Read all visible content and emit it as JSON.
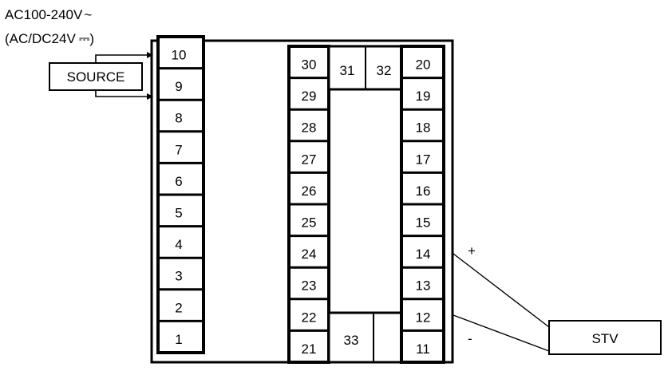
{
  "supply": {
    "line1": "AC100-240V",
    "line1_symbol": "~",
    "line2_prefix": "(AC/DC24V",
    "line2_symbol": "⎓",
    "line2_suffix": ")"
  },
  "source_box": {
    "label": "SOURCE"
  },
  "stv_box": {
    "label": "STV"
  },
  "polarity": {
    "plus": "+",
    "minus": "-"
  },
  "left_terminals": [
    "10",
    "9",
    "8",
    "7",
    "6",
    "5",
    "4",
    "3",
    "2",
    "1"
  ],
  "middle_terminals": [
    "30",
    "29",
    "28",
    "27",
    "26",
    "25",
    "24",
    "23",
    "22",
    "21"
  ],
  "right_terminals": [
    "20",
    "19",
    "18",
    "17",
    "16",
    "15",
    "14",
    "13",
    "12",
    "11"
  ],
  "top_center_terminals": [
    "31",
    "32"
  ],
  "bottom_center_terminal": "33"
}
